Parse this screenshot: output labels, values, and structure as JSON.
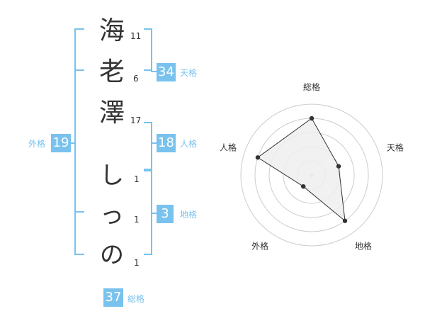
{
  "name_chars": [
    {
      "char": "海",
      "strokes": "11"
    },
    {
      "char": "老",
      "strokes": "6"
    },
    {
      "char": "澤",
      "strokes": "17"
    },
    {
      "char": "し",
      "strokes": "1"
    },
    {
      "char": "っ",
      "strokes": "1"
    },
    {
      "char": "の",
      "strokes": "1"
    }
  ],
  "fortune": {
    "tenkaku": {
      "value": "34",
      "label": "天格"
    },
    "jinkaku": {
      "value": "18",
      "label": "人格"
    },
    "chikaku": {
      "value": "3",
      "label": "地格"
    },
    "gaikaku": {
      "value": "19",
      "label": "外格"
    },
    "soukaku": {
      "value": "37",
      "label": "総格"
    }
  },
  "colors": {
    "accent": "#79c2ee",
    "text": "#333333",
    "grid": "#cccccc",
    "fill": "#eeeeee"
  },
  "chart_data": {
    "type": "radar",
    "axes": [
      "総格",
      "天格",
      "地格",
      "外格",
      "人格"
    ],
    "values": [
      4,
      2,
      4,
      1,
      4
    ],
    "max": 5
  }
}
